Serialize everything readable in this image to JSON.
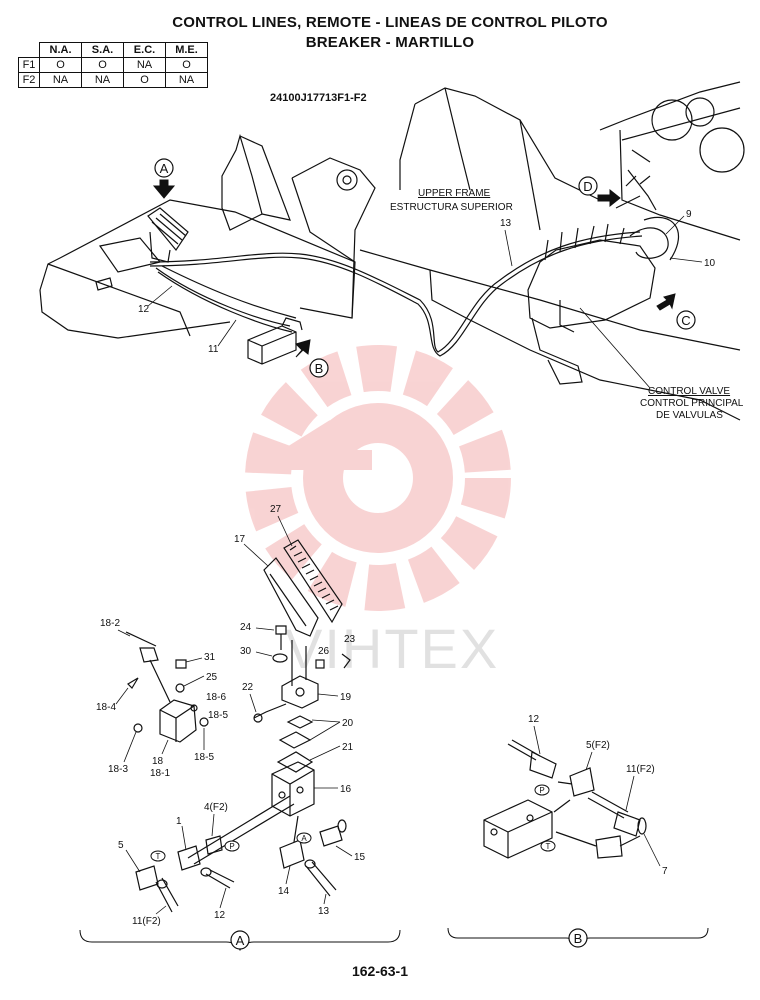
{
  "header": {
    "title_line1": "CONTROL LINES, REMOTE - LINEAS DE CONTROL PILOTO",
    "title_line2": "BREAKER - MARTILLO",
    "drawing_code": "24100J17713F1-F2"
  },
  "availability_table": {
    "columns": [
      "N.A.",
      "S.A.",
      "E.C.",
      "M.E."
    ],
    "rows": [
      {
        "label": "F1",
        "values": [
          "O",
          "O",
          "NA",
          "O"
        ]
      },
      {
        "label": "F2",
        "values": [
          "NA",
          "NA",
          "O",
          "NA"
        ]
      }
    ]
  },
  "callouts": {
    "upper_frame_en": "UPPER FRAME",
    "upper_frame_es": "ESTRUCTURA SUPERIOR",
    "control_valve_en": "CONTROL VALVE",
    "control_valve_es1": "CONTROL PRINCIPAL",
    "control_valve_es2": "DE VALVULAS"
  },
  "view_markers": {
    "a": "A",
    "b": "B",
    "c": "C",
    "d": "D"
  },
  "port_markers": {
    "t": "T",
    "p": "P",
    "a": "A"
  },
  "part_numbers": {
    "n1": "1",
    "n4f2": "4(F2)",
    "n5": "5",
    "n5f2": "5(F2)",
    "n7": "7",
    "n9": "9",
    "n10": "10",
    "n11": "11",
    "n11f2": "11(F2)",
    "n12": "12",
    "n13": "13",
    "n14": "14",
    "n15": "15",
    "n16": "16",
    "n17": "17",
    "n18": "18",
    "n18_1": "18-1",
    "n18_2": "18-2",
    "n18_3": "18-3",
    "n18_4": "18-4",
    "n18_5": "18-5",
    "n18_6": "18-6",
    "n19": "19",
    "n20": "20",
    "n21": "21",
    "n22": "22",
    "n23": "23",
    "n24": "24",
    "n25": "25",
    "n26": "26",
    "n27": "27",
    "n30": "30",
    "n31": "31"
  },
  "watermark": "VIHTEX",
  "footer": {
    "page_ref": "162-63-1"
  }
}
